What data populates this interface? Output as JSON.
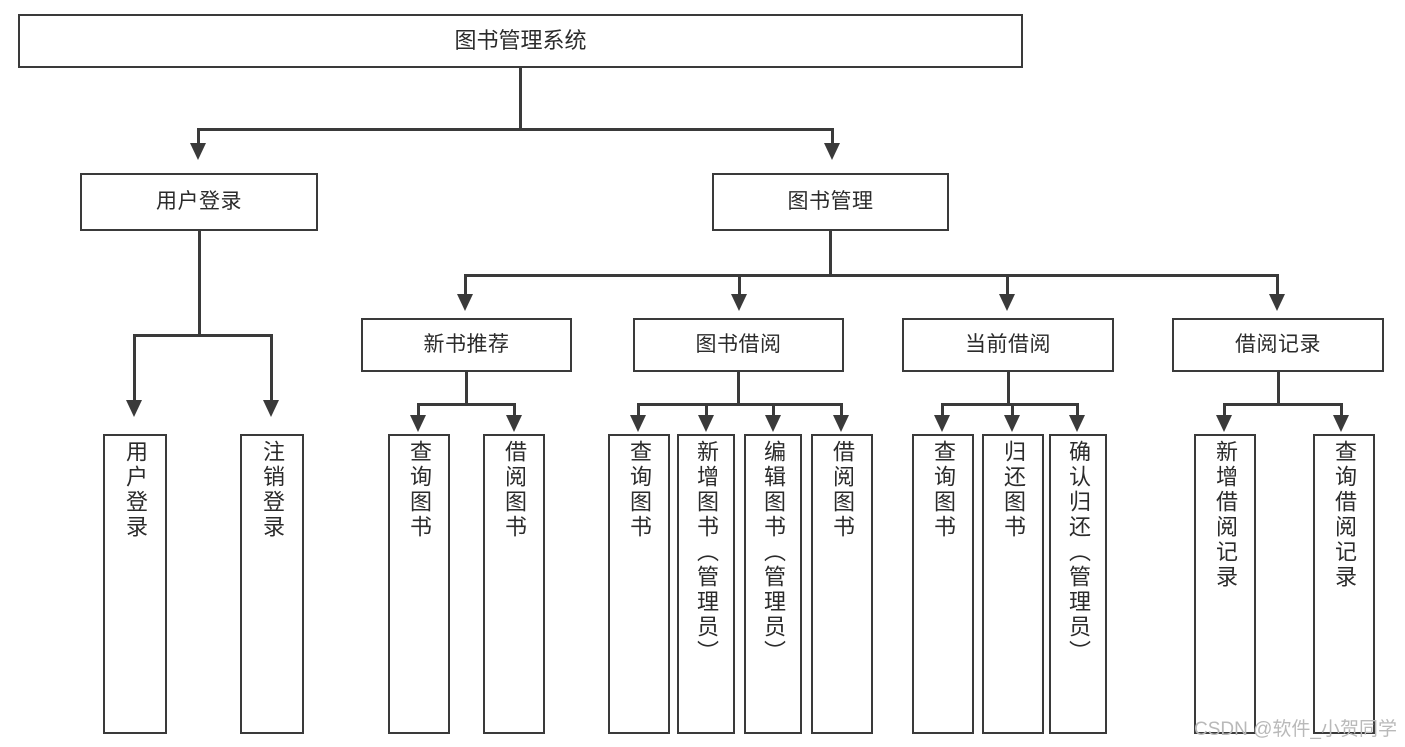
{
  "diagram": {
    "title": "图书管理系统",
    "type": "功能结构图",
    "root": {
      "label": "图书管理系统"
    },
    "level1": [
      {
        "label": "用户登录"
      },
      {
        "label": "图书管理"
      }
    ],
    "level2": [
      {
        "label": "新书推荐"
      },
      {
        "label": "图书借阅"
      },
      {
        "label": "当前借阅"
      },
      {
        "label": "借阅记录"
      }
    ],
    "leaves": {
      "user_login": [
        {
          "label": "用户登录"
        },
        {
          "label": "注销登录"
        }
      ],
      "new_book_recommend": [
        {
          "label": "查询图书"
        },
        {
          "label": "借阅图书"
        }
      ],
      "book_borrow": [
        {
          "label": "查询图书"
        },
        {
          "label": "新增图书（管理员）"
        },
        {
          "label": "编辑图书（管理员）"
        },
        {
          "label": "借阅图书"
        }
      ],
      "current_borrow": [
        {
          "label": "查询图书"
        },
        {
          "label": "归还图书"
        },
        {
          "label": "确认归还（管理员）"
        }
      ],
      "borrow_record": [
        {
          "label": "新增借阅记录"
        },
        {
          "label": "查询借阅记录"
        }
      ]
    },
    "watermark": "CSDN @软件_小贺同学",
    "colors": {
      "stroke": "#3a3a3a",
      "text": "#2b2b2b",
      "background": "#ffffff",
      "watermark": "#b9b9b9"
    }
  }
}
